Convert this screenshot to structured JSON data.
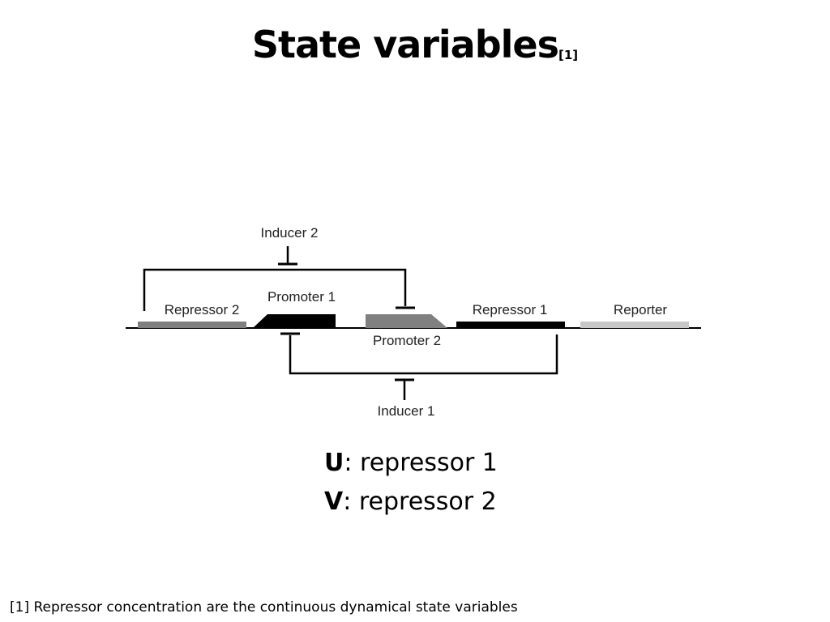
{
  "slide": {
    "title": "State variables",
    "title_ref": "[1]",
    "definitions": [
      {
        "symbol": "U",
        "text": ": repressor 1"
      },
      {
        "symbol": "V",
        "text": ": repressor 2"
      }
    ],
    "footnote": "[1] Repressor concentration are the continuous dynamical state variables"
  },
  "diagram": {
    "labels": {
      "inducer2": "Inducer 2",
      "inducer1": "Inducer 1",
      "repressor2": "Repressor 2",
      "promoter1": "Promoter 1",
      "promoter2": "Promoter 2",
      "repressor1": "Repressor 1",
      "reporter": "Reporter"
    },
    "colors": {
      "line": "#000000",
      "repressor2": "#808080",
      "promoter1": "#000000",
      "promoter2": "#808080",
      "repressor1": "#000000",
      "reporter": "#c8c8c8"
    }
  }
}
